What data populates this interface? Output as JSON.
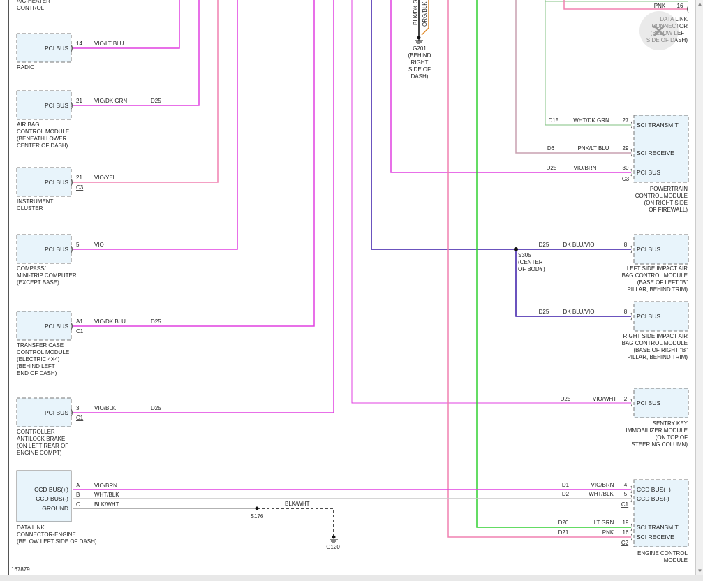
{
  "figure_id": "167879",
  "close_button": {
    "glyph": "✕"
  },
  "left_modules": [
    {
      "top_lines": [
        "A/C-HEATER",
        "CONTROL"
      ]
    },
    {
      "pin": "14",
      "wire": "VIO/LT BLU",
      "circuit": "",
      "connector": "",
      "label": "PCI BUS",
      "name_lines": [
        "RADIO"
      ]
    },
    {
      "pin": "21",
      "wire": "VIO/DK GRN",
      "circuit": "D25",
      "connector": "",
      "label": "PCI BUS",
      "name_lines": [
        "AIR BAG",
        "CONTROL MODULE",
        "(BENEATH LOWER",
        "CENTER OF DASH)"
      ]
    },
    {
      "pin": "21",
      "wire": "VIO/YEL",
      "circuit": "",
      "connector": "C3",
      "label": "PCI BUS",
      "name_lines": [
        "INSTRUMENT",
        "CLUSTER"
      ]
    },
    {
      "pin": "5",
      "wire": "VIO",
      "circuit": "",
      "connector": "",
      "label": "PCI BUS",
      "name_lines": [
        "COMPASS/",
        "MINI-TRIP COMPUTER",
        "(EXCEPT BASE)"
      ]
    },
    {
      "pin": "A1",
      "wire": "VIO/DK BLU",
      "circuit": "D25",
      "connector": "C1",
      "label": "PCI BUS",
      "name_lines": [
        "TRANSFER CASE",
        "CONTROL MODULE",
        "(ELECTRIC 4X4)",
        "(BEHIND LEFT",
        "END OF DASH)"
      ]
    },
    {
      "pin": "3",
      "wire": "VIO/BLK",
      "circuit": "D25",
      "connector": "C1",
      "label": "PCI BUS",
      "name_lines": [
        "CONTROLLER",
        "ANTILOCK BRAKE",
        "(ON LEFT REAR OF",
        "ENGINE COMPT)"
      ]
    }
  ],
  "dlc_engine": {
    "pins": [
      {
        "pin": "A",
        "label": "CCD BUS(+)",
        "wire": "VIO/BRN"
      },
      {
        "pin": "B",
        "label": "CCD BUS(-)",
        "wire": "WHT/BLK"
      },
      {
        "pin": "C",
        "label": "GROUND",
        "wire": "BLK/WHT"
      }
    ],
    "name_lines": [
      "DATA LINK",
      "CONNECTOR-ENGINE",
      "(BELOW LEFT SIDE OF DASH)"
    ],
    "splice": "S176",
    "splice_wire": "BLK/WHT",
    "ground": "G120"
  },
  "ground_g201": {
    "wires": [
      "BLK/DK G",
      "ORG/BLK"
    ],
    "name_lines": [
      "G201",
      "(BEHIND",
      "RIGHT",
      "SIDE OF",
      "DASH)"
    ]
  },
  "dlc_top": {
    "wire": "PNK",
    "pin": "16",
    "name_lines": [
      "DATA LINK",
      "CONNECTOR",
      "(BELOW LEFT",
      "SIDE OF DASH)"
    ]
  },
  "pcm": {
    "pins": [
      {
        "circuit": "D15",
        "wire": "WHT/DK GRN",
        "pin": "27",
        "label": "SCI TRANSMIT"
      },
      {
        "circuit": "D6",
        "wire": "PNK/LT BLU",
        "pin": "29",
        "label": "SCI RECEIVE"
      },
      {
        "circuit": "D25",
        "wire": "VIO/BRN",
        "pin": "30",
        "label": "PCI BUS"
      }
    ],
    "connector": "C3",
    "name_lines": [
      "POWERTRAIN",
      "CONTROL MODULE",
      "(ON RIGHT SIDE",
      "OF FIREWALL)"
    ]
  },
  "splice_s305": {
    "name_lines": [
      "S305",
      "(CENTER",
      "OF BODY)"
    ]
  },
  "left_impact": {
    "circuit": "D25",
    "wire": "DK BLU/VIO",
    "pin": "8",
    "label": "PCI BUS",
    "name_lines": [
      "LEFT SIDE IMPACT AIR",
      "BAG CONTROL MODULE",
      "(BASE OF LEFT \"B\"",
      "PILLAR, BEHIND TRIM)"
    ]
  },
  "right_impact": {
    "circuit": "D25",
    "wire": "DK BLU/VIO",
    "pin": "8",
    "label": "PCI BUS",
    "name_lines": [
      "RIGHT SIDE IMPACT AIR",
      "BAG CONTROL MODULE",
      "(BASE OF RIGHT \"B\"",
      "PILLAR, BEHIND TRIM)"
    ]
  },
  "skim": {
    "circuit": "D25",
    "wire": "VIO/WHT",
    "pin": "2",
    "label": "PCI BUS",
    "name_lines": [
      "SENTRY KEY",
      "IMMOBILIZER MODULE",
      "(ON TOP OF",
      "STEERING COLUMN)"
    ]
  },
  "ecm": {
    "pins": [
      {
        "circuit": "D1",
        "wire": "VIO/BRN",
        "pin": "4",
        "label": "CCD BUS(+)"
      },
      {
        "circuit": "D2",
        "wire": "WHT/BLK",
        "pin": "5",
        "label": "CCD BUS(-)"
      },
      {
        "circuit": "D20",
        "wire": "LT GRN",
        "pin": "19",
        "label": "SCI TRANSMIT"
      },
      {
        "circuit": "D21",
        "wire": "PNK",
        "pin": "16",
        "label": "SCI RECEIVE"
      }
    ],
    "connectors": [
      "C1",
      "C2"
    ],
    "name_lines": [
      "ENGINE CONTROL",
      "MODULE"
    ]
  },
  "colors": {
    "pci": "#e040e0",
    "pink": "#f080b0",
    "dkblu": "#3a1aa8",
    "green": "#30d030",
    "whtgrn": "#80c080",
    "white": "#c8c8c8",
    "black": "#444444",
    "orange": "#e08a2a"
  }
}
